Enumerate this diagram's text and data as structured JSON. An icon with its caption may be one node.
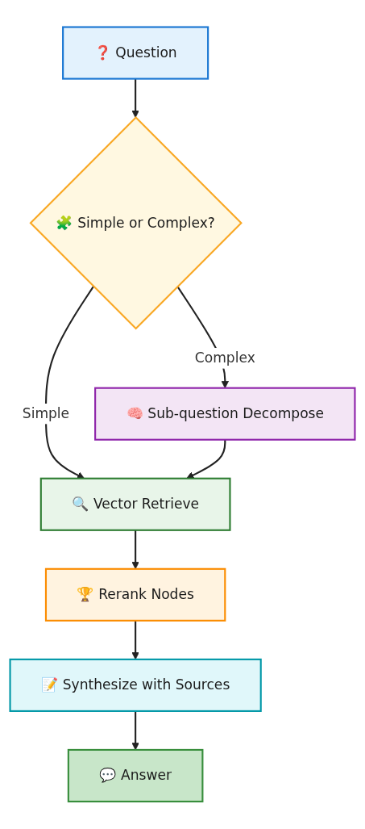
{
  "diagram": {
    "nodes": [
      {
        "text": [
          "❓ Question"
        ]
      },
      {
        "text": [
          "🧩 Simple or Complex?"
        ]
      },
      {
        "text": [
          "🧠 Sub-question Decompose"
        ]
      },
      {
        "text": [
          "🔍 Vector Retrieve"
        ]
      },
      {
        "text": [
          "🏆 Rerank Nodes"
        ]
      },
      {
        "text": [
          "📝 Synthesize with Sources"
        ]
      },
      {
        "text": [
          "💬 Answer"
        ]
      }
    ],
    "edges": [
      {
        "from": 0,
        "to": 1,
        "arrow": "to"
      },
      {
        "from": 1,
        "to": 3,
        "arrow": "to",
        "label": "Simple"
      },
      {
        "from": 1,
        "to": 2,
        "arrow": "to",
        "label": "Complex"
      },
      {
        "from": 2,
        "to": 3,
        "arrow": "to"
      },
      {
        "from": 3,
        "to": 4,
        "arrow": "to"
      },
      {
        "from": 4,
        "to": 5,
        "arrow": "to"
      },
      {
        "from": 5,
        "to": 6,
        "arrow": "to"
      }
    ]
  }
}
